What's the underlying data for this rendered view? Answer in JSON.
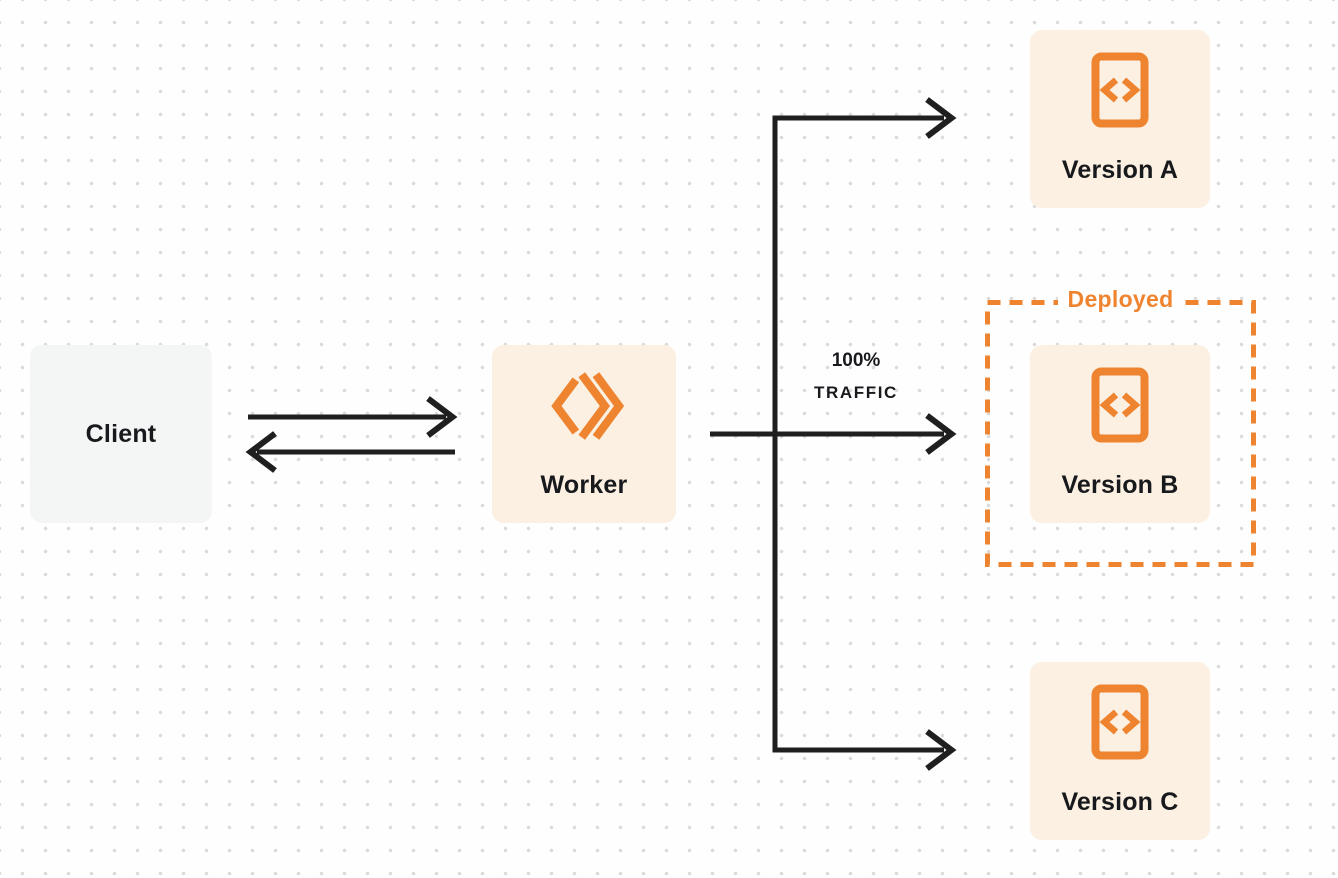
{
  "diagram": {
    "description": "Worker traffic routing diagram with deployed version"
  },
  "nodes": {
    "client": {
      "label": "Client"
    },
    "worker": {
      "label": "Worker",
      "icon": "cloudflare-workers-icon"
    },
    "version_a": {
      "label": "Version A",
      "icon": "code-file-icon"
    },
    "version_b": {
      "label": "Version B",
      "icon": "code-file-icon"
    },
    "version_c": {
      "label": "Version C",
      "icon": "code-file-icon"
    }
  },
  "groups": {
    "deployed": {
      "label": "Deployed",
      "contains": "version_b"
    }
  },
  "edge_labels": {
    "traffic": {
      "line1": "100%",
      "line2": "TRAFFIC"
    }
  },
  "edges": [
    {
      "from": "client",
      "to": "worker",
      "direction": "bidirectional"
    },
    {
      "from": "worker",
      "to": "version_a",
      "direction": "forward"
    },
    {
      "from": "worker",
      "to": "version_b",
      "direction": "forward",
      "label": "100% TRAFFIC"
    },
    {
      "from": "worker",
      "to": "version_c",
      "direction": "forward"
    }
  ],
  "colors": {
    "accent_orange": "#ef8430",
    "node_fill_cream": "#fbf0e2",
    "node_fill_gray": "#f4f5f5",
    "arrow_dark": "#1f1f1f",
    "text_dark": "#17191c",
    "dot_grid": "#dbdbdb",
    "background": "#fefefe"
  }
}
